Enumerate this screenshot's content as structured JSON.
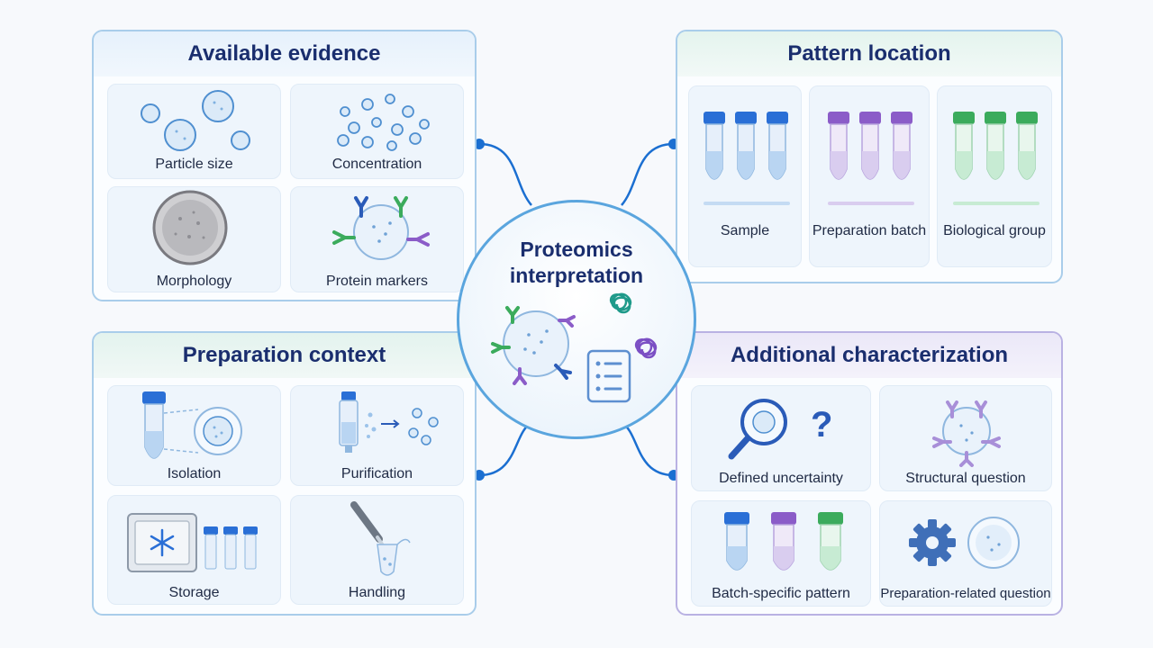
{
  "center": {
    "title_line1": "Proteomics",
    "title_line2": "interpretation"
  },
  "panels": {
    "evidence": {
      "title": "Available evidence",
      "items": [
        "Particle size",
        "Concentration",
        "Morphology",
        "Protein markers"
      ]
    },
    "pattern": {
      "title": "Pattern location",
      "items": [
        "Sample",
        "Preparation batch",
        "Biological group"
      ]
    },
    "prep": {
      "title": "Preparation context",
      "items": [
        "Isolation",
        "Purification",
        "Storage",
        "Handling"
      ]
    },
    "additional": {
      "title": "Additional characterization",
      "items": [
        "Defined uncertainty",
        "Structural question",
        "Batch-specific pattern",
        "Preparation-related question"
      ]
    }
  },
  "colors": {
    "connector": "#1b6fd1",
    "panel_border": "#a9cdea",
    "title_text": "#1a2e6e",
    "blue_cap": "#2a6fd6",
    "purple_cap": "#8b5cc8",
    "green_cap": "#3bab5c"
  },
  "icons": {
    "center": [
      "vesicle-icon",
      "protein-tangle-icon",
      "checklist-icon"
    ],
    "evidence": [
      "particles-icon",
      "dots-icon",
      "morphology-icon",
      "marker-vesicle-icon"
    ],
    "pattern": [
      "blue-tubes-icon",
      "purple-tubes-icon",
      "green-tubes-icon"
    ],
    "prep": [
      "tube-zoom-icon",
      "column-icon",
      "freezer-icon",
      "pipette-icon"
    ],
    "additional": [
      "magnifier-question-icon",
      "vesicle-question-icon",
      "mixed-tubes-icon",
      "gear-vesicle-icon"
    ]
  }
}
